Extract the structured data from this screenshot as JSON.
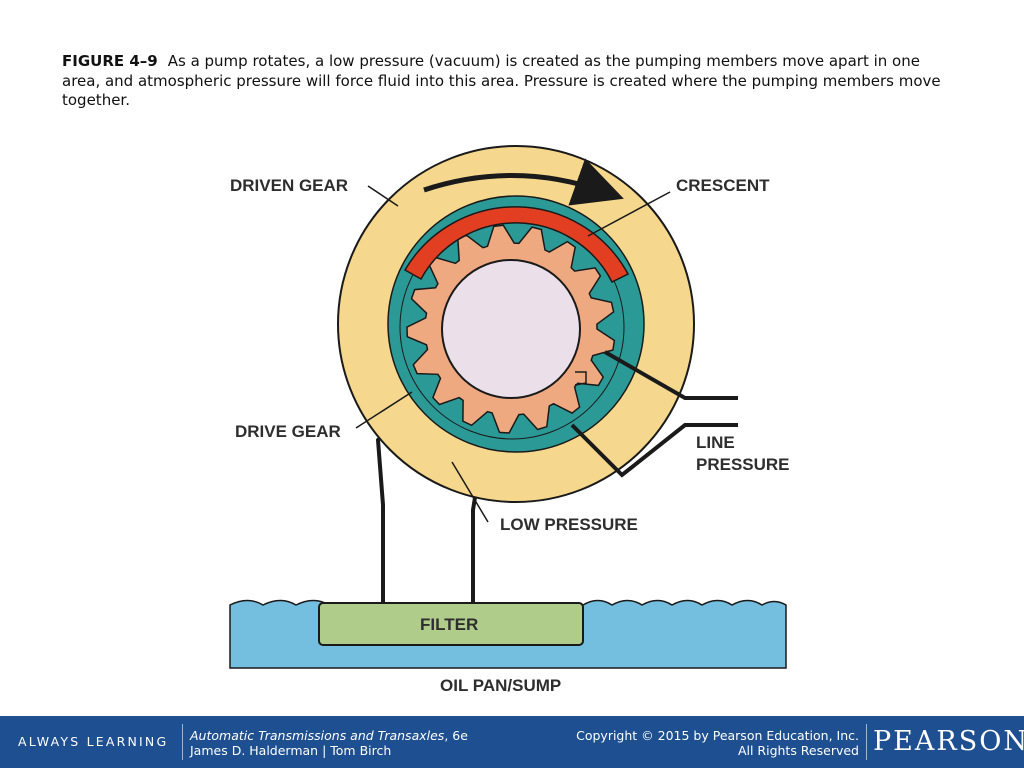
{
  "caption": {
    "figure_label": "FIGURE 4–9",
    "text": "As a pump rotates, a low pressure (vacuum) is created as the pumping members move apart in one area, and atmospheric pressure will force fluid into this area. Pressure is created where the pumping members move together."
  },
  "diagram": {
    "labels": {
      "driven_gear": "DRIVEN GEAR",
      "crescent": "CRESCENT",
      "drive_gear": "DRIVE GEAR",
      "line_pressure_1": "LINE",
      "line_pressure_2": "PRESSURE",
      "low_pressure": "LOW PRESSURE",
      "filter": "FILTER",
      "oil_pan": "OIL PAN/SUMP"
    },
    "colors": {
      "housing": "#f5d88d",
      "driven_gear": "#2b9a96",
      "drive_gear": "#eea981",
      "crescent": "#e23e22",
      "shaft": "#ebdfea",
      "oil": "#74bfe0",
      "filter": "#b0cc8a",
      "outline": "#1a1a1a"
    }
  },
  "footer": {
    "always_learning": "ALWAYS LEARNING",
    "book_title": "Automatic Transmissions and Transaxles",
    "edition": ", 6e",
    "authors": "James D. Halderman | Tom Birch",
    "copyright": "Copyright © 2015 by Pearson Education, Inc.",
    "rights": "All Rights Reserved",
    "brand": "PEARSON"
  }
}
